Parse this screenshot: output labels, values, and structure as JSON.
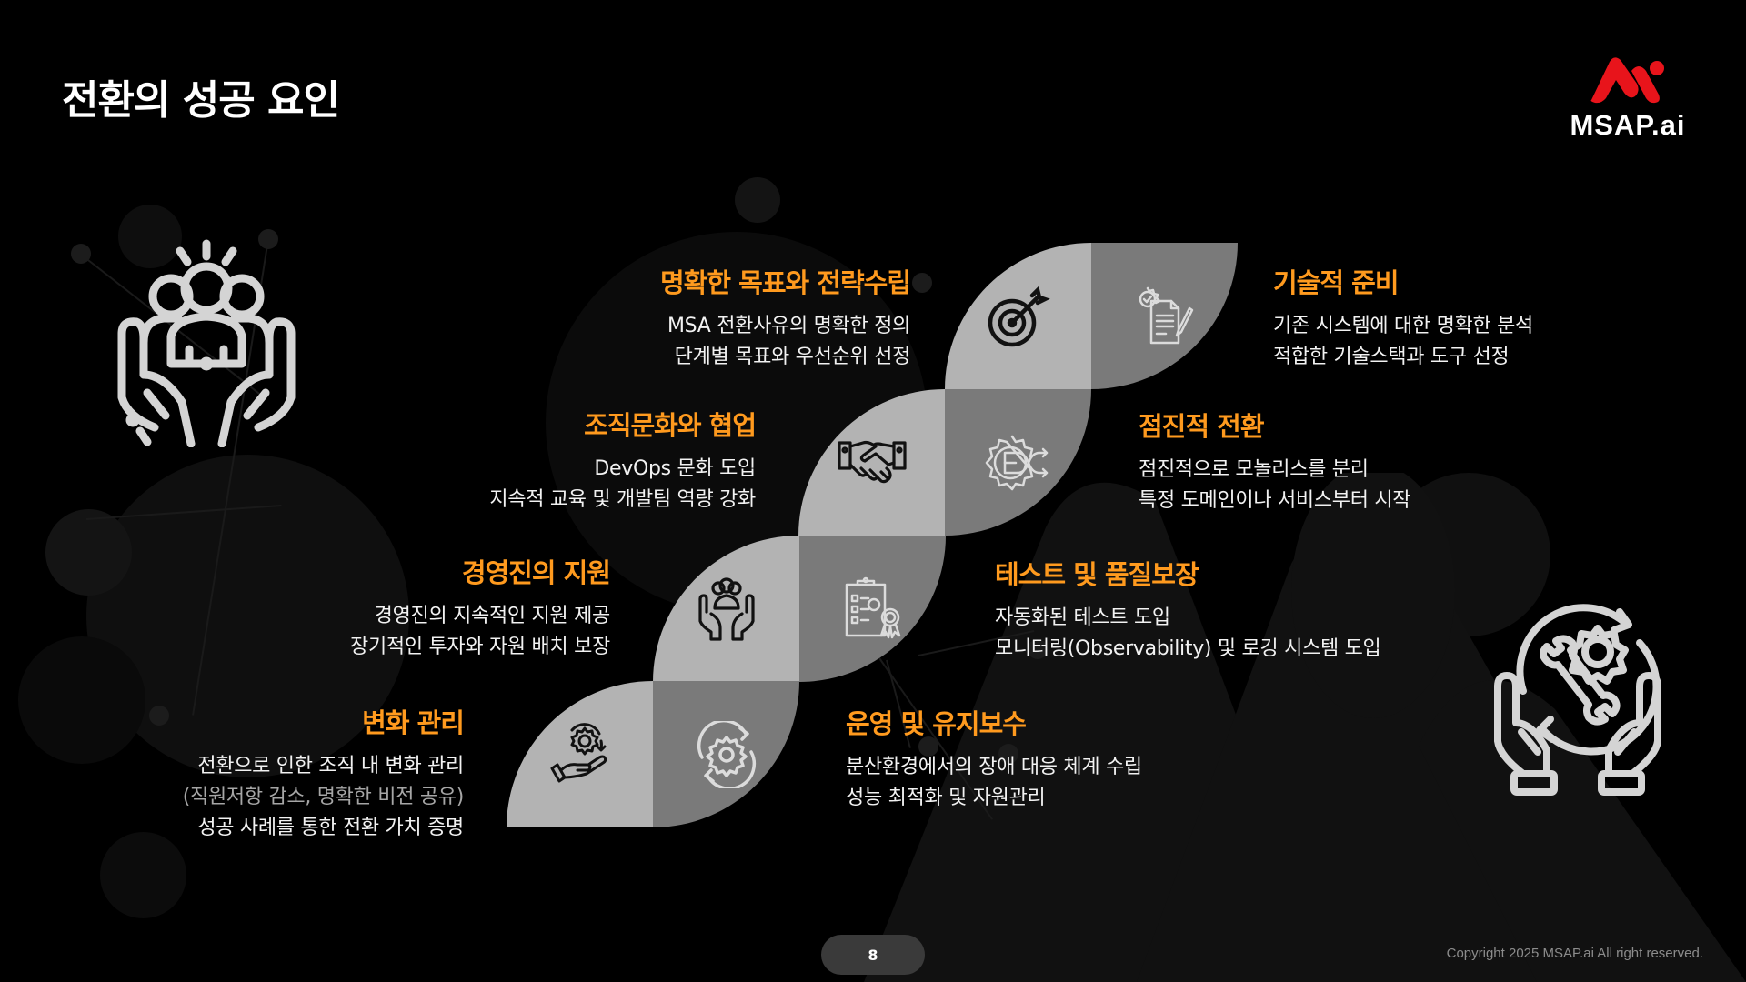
{
  "page": {
    "title": "전환의 성공 요인",
    "page_number": "8",
    "copyright": "Copyright 2025 MSAP.ai All right reserved."
  },
  "logo": {
    "text": "MSAP.ai",
    "brand_color": "#e8141b"
  },
  "colors": {
    "heading": "#ff9a1e",
    "cell_light": "#b3b3b3",
    "cell_dark": "#7a7a7a",
    "background": "#000000"
  },
  "diagram": {
    "cells": [
      {
        "row": 1,
        "side": "light",
        "icon": "target-icon"
      },
      {
        "row": 1,
        "side": "dark",
        "icon": "gear-document-pencil-icon"
      },
      {
        "row": 2,
        "side": "light",
        "icon": "handshake-icon"
      },
      {
        "row": 2,
        "side": "dark",
        "icon": "gear-split-arrows-icon"
      },
      {
        "row": 3,
        "side": "light",
        "icon": "hands-holding-team-icon"
      },
      {
        "row": 3,
        "side": "dark",
        "icon": "clipboard-certificate-icon"
      },
      {
        "row": 4,
        "side": "light",
        "icon": "hand-gear-icon"
      },
      {
        "row": 4,
        "side": "dark",
        "icon": "gear-cycle-icon"
      }
    ]
  },
  "items": {
    "goals": {
      "title": "명확한 목표와 전략수립",
      "lines": [
        "MSA 전환사유의 명확한 정의",
        "단계별 목표와 우선순위 선정"
      ]
    },
    "tech": {
      "title": "기술적 준비",
      "lines": [
        "기존 시스템에 대한 명확한 분석",
        "적합한 기술스택과 도구 선정"
      ]
    },
    "culture": {
      "title": "조직문화와 협업",
      "lines": [
        "DevOps 문화 도입",
        "지속적 교육 및 개발팀 역량 강화"
      ]
    },
    "gradual": {
      "title": "점진적 전환",
      "lines": [
        "점진적으로 모놀리스를 분리",
        "특정 도메인이나 서비스부터 시작"
      ]
    },
    "executive": {
      "title": "경영진의 지원",
      "lines": [
        "경영진의 지속적인 지원 제공",
        "장기적인 투자와 자원 배치 보장"
      ]
    },
    "testing": {
      "title": "테스트 및 품질보장",
      "lines": [
        "자동화된 테스트 도입",
        "모니터링(Observability) 및 로깅 시스템 도입"
      ]
    },
    "change": {
      "title": "변화 관리",
      "lines": [
        "전환으로 인한 조직 내 변화 관리",
        "(직원저항 감소, 명확한 비전 공유)",
        "성공 사례를 통한 전환 가치 증명"
      ]
    },
    "operations": {
      "title": "운영 및 유지보수",
      "lines": [
        "분산환경에서의 장애 대응 체계 수립",
        "성능 최적화 및 자원관리"
      ]
    }
  },
  "decorations": {
    "left_icon": "hands-holding-people-icon",
    "right_icon": "hands-holding-wrench-gear-icon"
  }
}
